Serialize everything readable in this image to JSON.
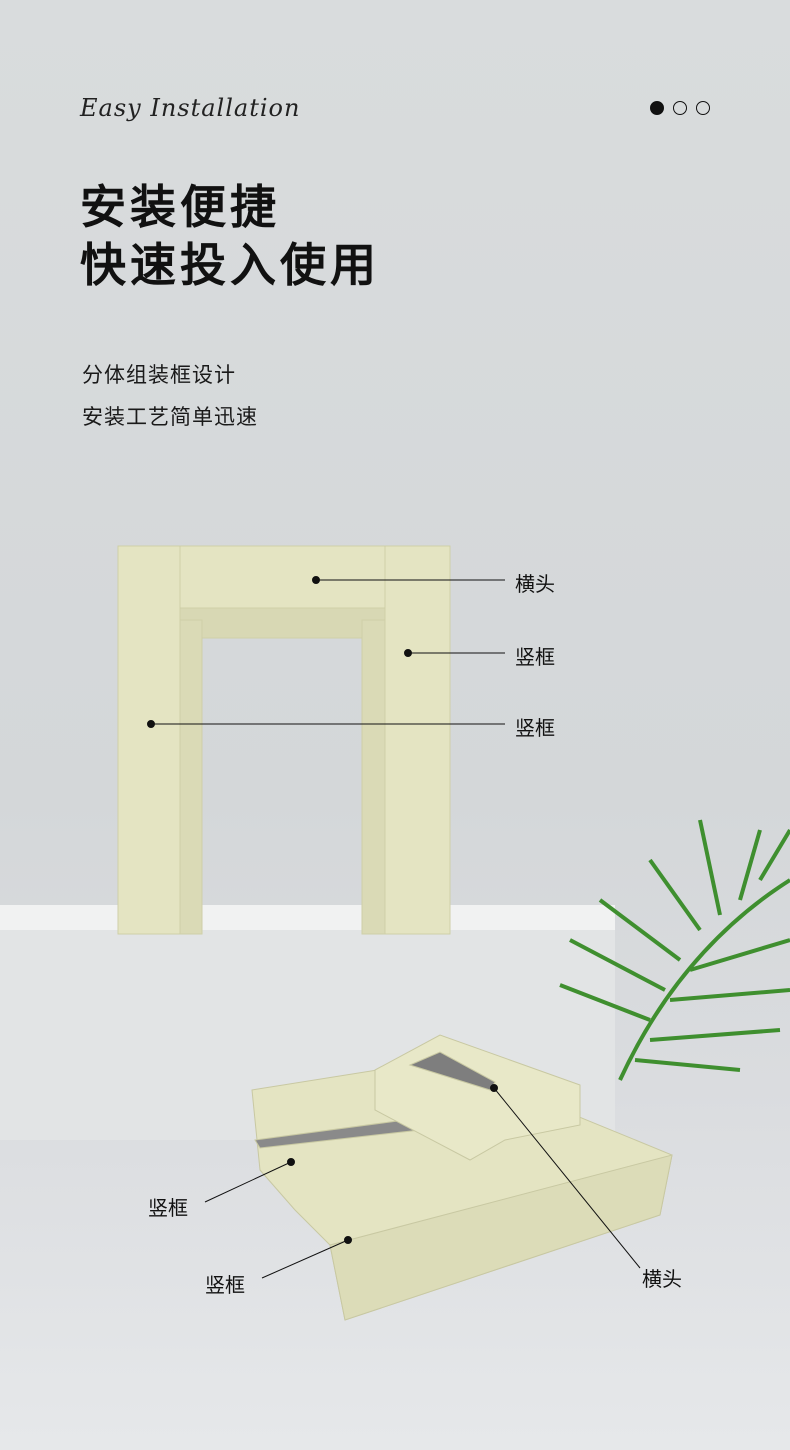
{
  "header": {
    "tagline": "Easy Installation",
    "pager": {
      "total": 3,
      "active": 1
    }
  },
  "headline": {
    "line1": "安装便捷",
    "line2": "快速投入使用"
  },
  "features": [
    "分体组装框设计",
    "安装工艺简单迅速"
  ],
  "frame_labels": {
    "top": "横头",
    "right": "竖框",
    "left": "竖框"
  },
  "profile_labels": {
    "left_upper": "竖框",
    "left_lower": "竖框",
    "right": "横头"
  },
  "colors": {
    "frame": "#e6e6c4",
    "background": "#d6d9db",
    "leaf": "#3f8f2f"
  }
}
